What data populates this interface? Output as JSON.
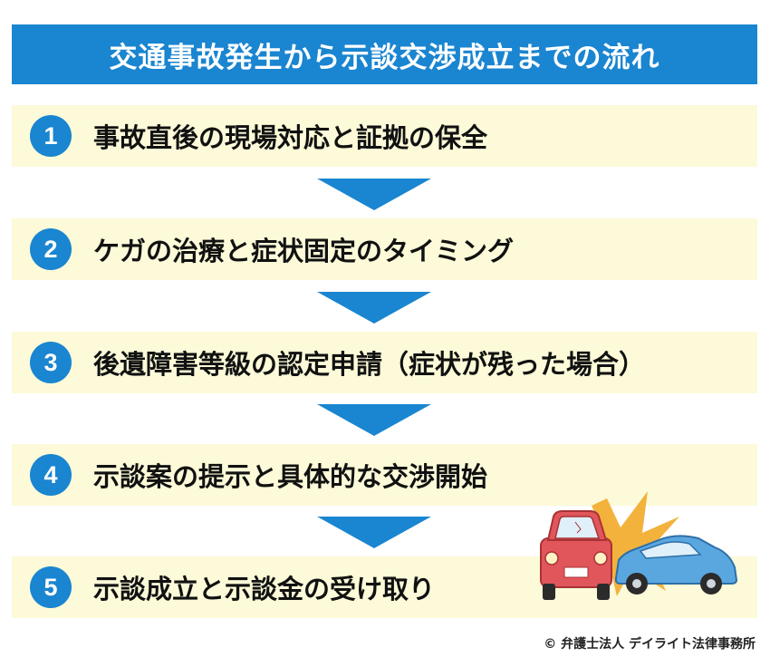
{
  "title": "交通事故発生から示談交渉成立までの流れ",
  "steps": [
    {
      "number": "1",
      "text": "事故直後の現場対応と証拠の保全"
    },
    {
      "number": "2",
      "text": "ケガの治療と症状固定のタイミング"
    },
    {
      "number": "3",
      "text": "後遺障害等級の認定申請（症状が残った場合）"
    },
    {
      "number": "4",
      "text": "示談案の提示と具体的な交渉開始"
    },
    {
      "number": "5",
      "text": "示談成立と示談金の受け取り"
    }
  ],
  "copyright": "© 弁護士法人 デイライト法律事務所",
  "colors": {
    "accent": "#1a85d0",
    "step_background": "#fcfad8",
    "red_car": "#e0565b",
    "blue_car": "#5aa7e0",
    "impact": "#f3b23c"
  },
  "illustration": {
    "icon": "car-crash-icon"
  }
}
